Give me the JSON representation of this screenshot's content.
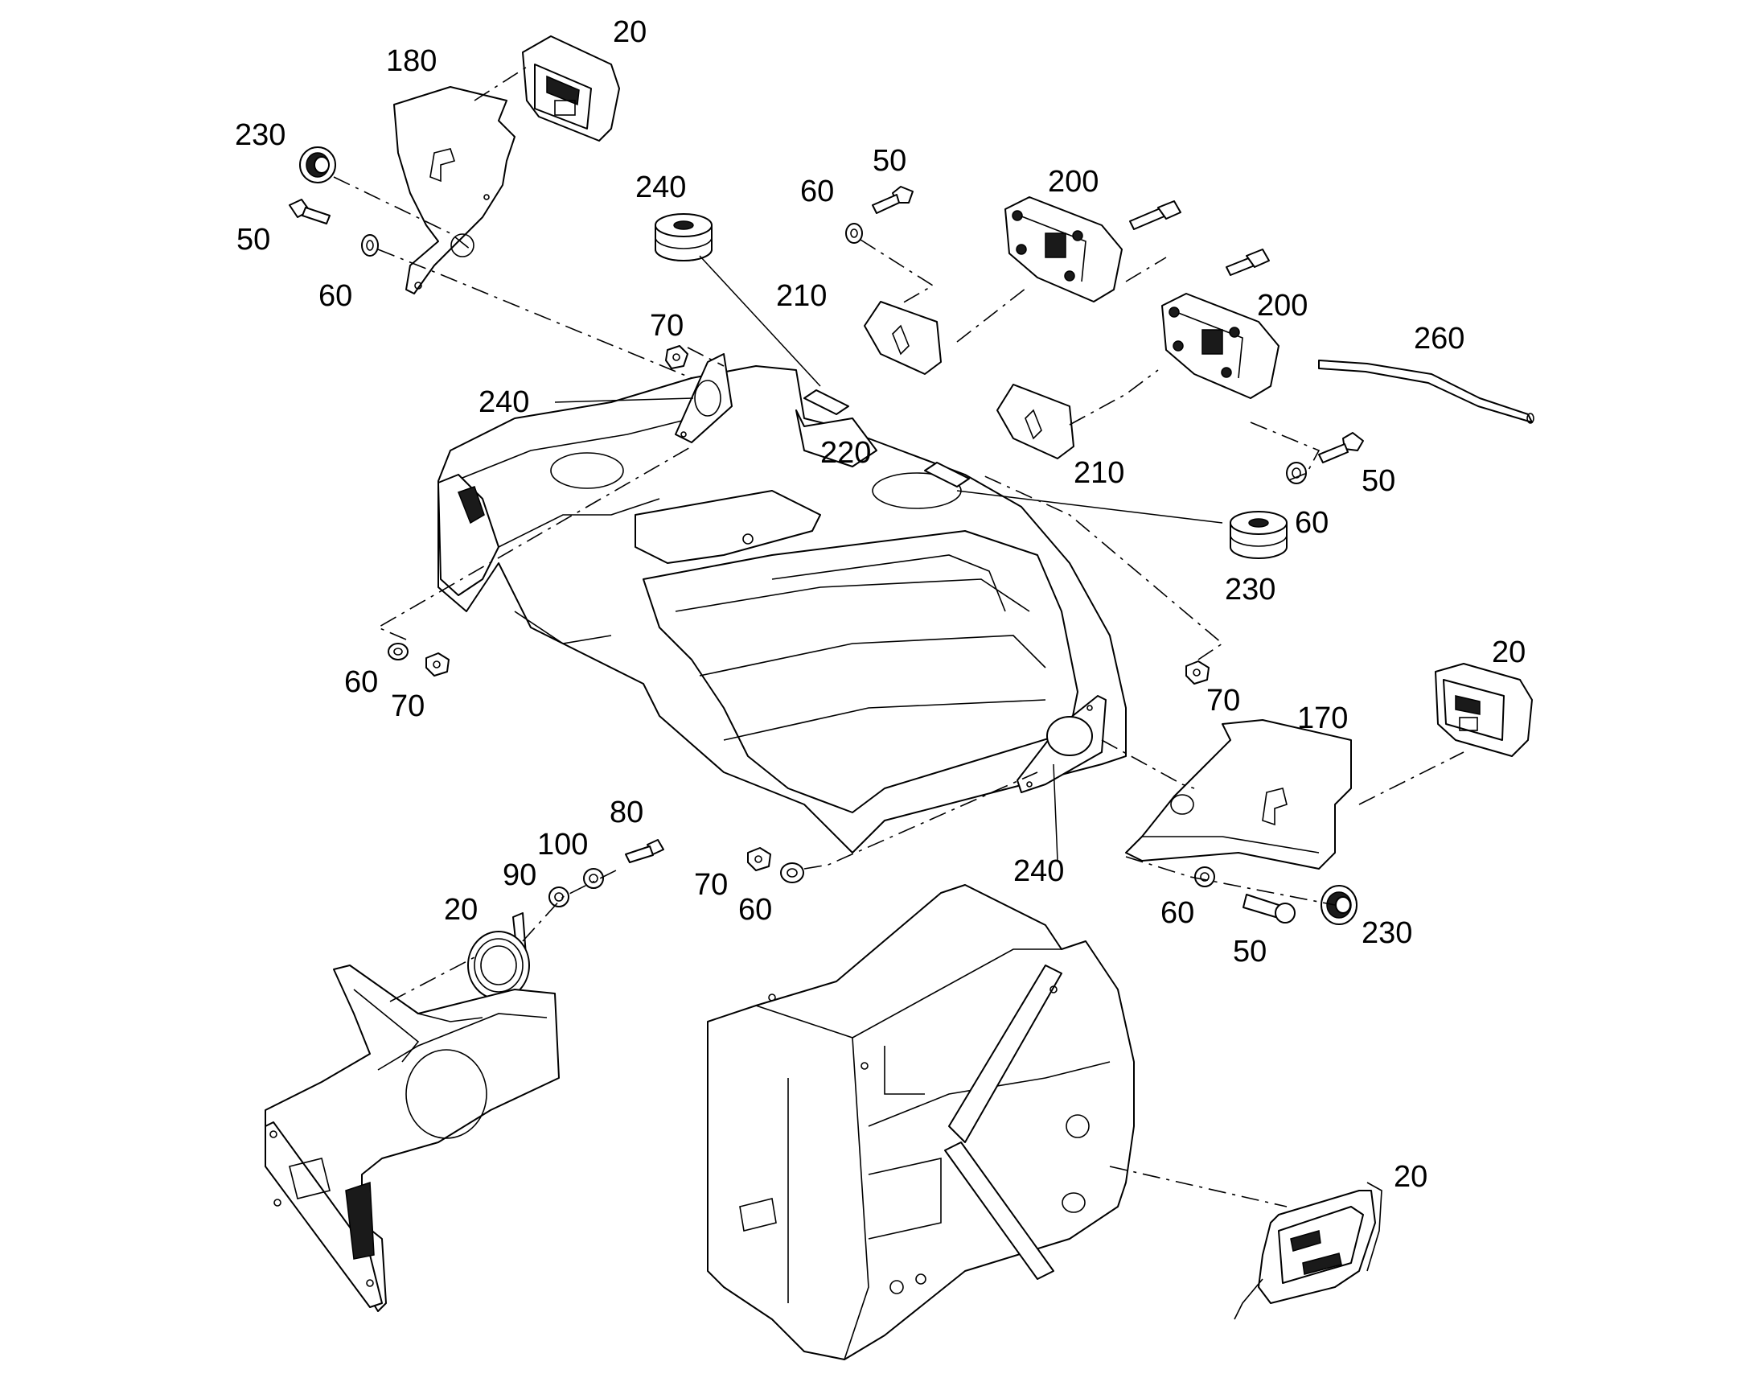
{
  "colors": {
    "line": "#000000",
    "background": "#ffffff"
  },
  "callouts": {
    "c180": "180",
    "c20_top": "20",
    "c230_tl": "230",
    "c50_tl": "50",
    "c60_tl": "60",
    "c240_top": "240",
    "c60_mid": "60",
    "c50_mid": "50",
    "c200_a": "200",
    "c200_b": "200",
    "c210_a": "210",
    "c70_top": "70",
    "c240_left": "240",
    "c220": "220",
    "c210_b": "210",
    "c260": "260",
    "c50_r": "50",
    "c60_r": "60",
    "c230_r": "230",
    "c60_l": "60",
    "c70_l": "70",
    "c70_r": "70",
    "c20_r": "20",
    "c170": "170",
    "c80": "80",
    "c100": "100",
    "c90": "90",
    "c20_horn": "20",
    "c70_b": "70",
    "c60_b": "60",
    "c240_b": "240",
    "c60_br": "60",
    "c50_br": "50",
    "c230_br": "230",
    "c20_br": "20"
  }
}
